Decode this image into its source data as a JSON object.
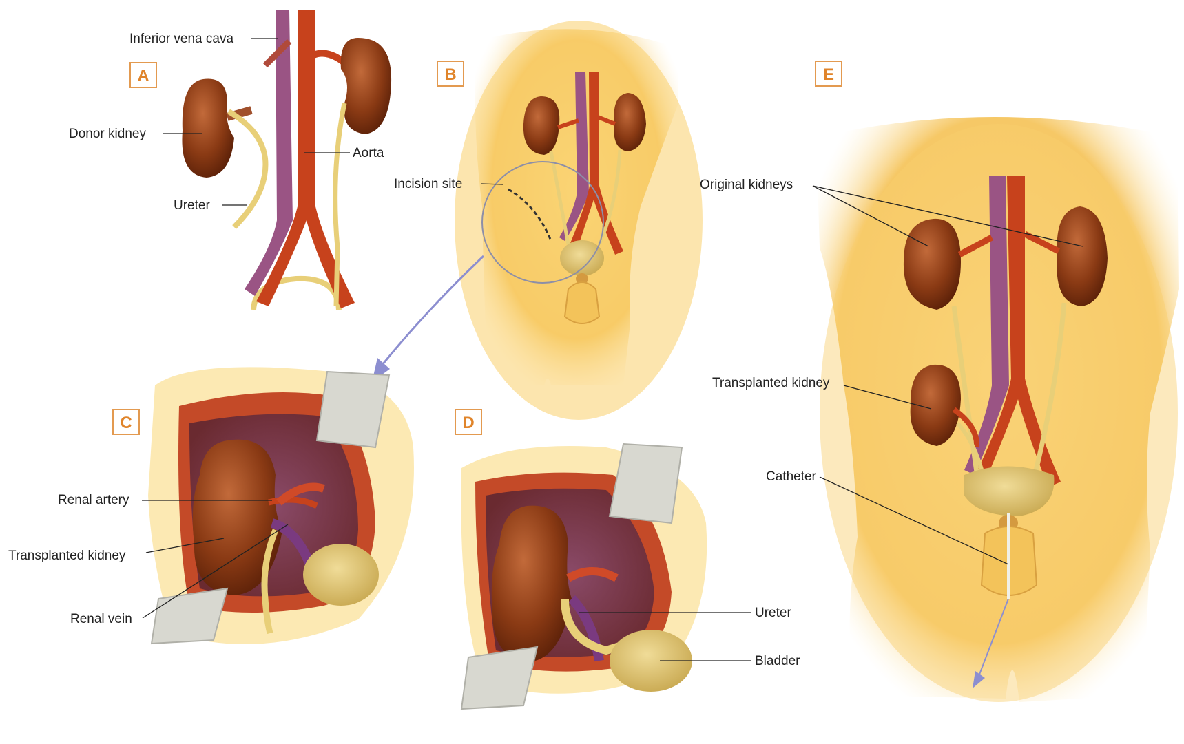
{
  "panels": [
    {
      "id": "A",
      "label": "A"
    },
    {
      "id": "B",
      "label": "B"
    },
    {
      "id": "C",
      "label": "C"
    },
    {
      "id": "D",
      "label": "D"
    },
    {
      "id": "E",
      "label": "E"
    }
  ],
  "labels": {
    "inferior_vena_cava": "Inferior vena cava",
    "donor_kidney": "Donor kidney",
    "aorta": "Aorta",
    "ureter_a": "Ureter",
    "incision_site": "Incision site",
    "renal_artery": "Renal artery",
    "transplanted_kidney_c": "Transplanted kidney",
    "renal_vein": "Renal vein",
    "ureter_d": "Ureter",
    "bladder": "Bladder",
    "original_kidneys": "Original kidneys",
    "transplanted_kidney_e": "Transplanted kidney",
    "catheter": "Catheter"
  },
  "colors": {
    "skin": "#f7cf6e",
    "skin_light": "#fbe3a0",
    "kidney": "#8a3a14",
    "artery": "#c7421c",
    "vein": "#8a4a78",
    "ureter": "#e8cf78",
    "bladder": "#d8c06a",
    "label_box": "#e39a50"
  }
}
